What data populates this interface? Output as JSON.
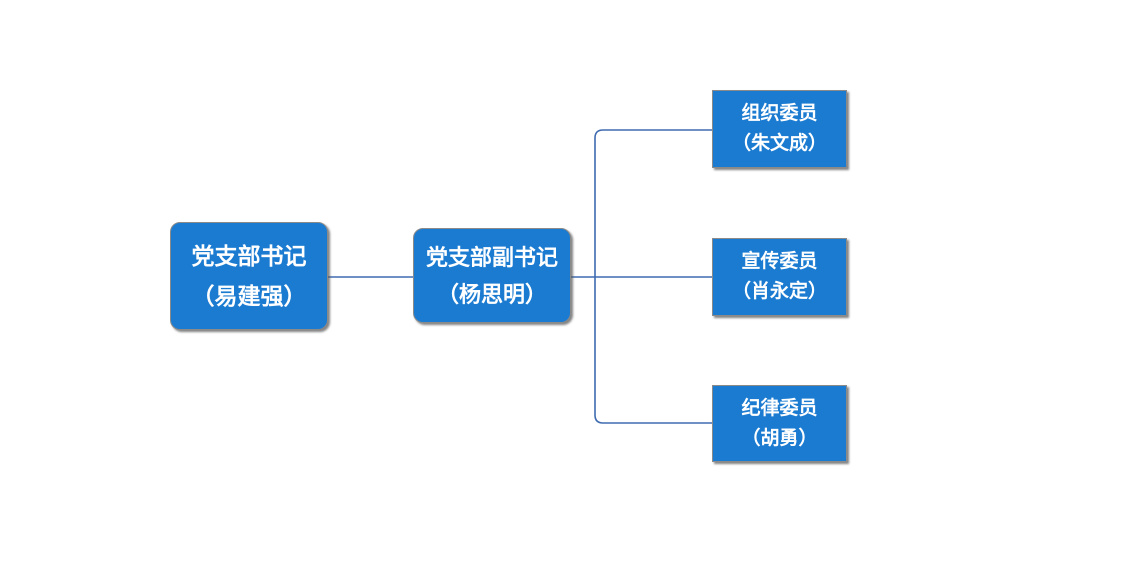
{
  "diagram": {
    "type": "org-chart",
    "nodes": [
      {
        "id": "secretary",
        "level": 1,
        "role": "党支部书记",
        "name": "（易建强）"
      },
      {
        "id": "deputy",
        "level": 2,
        "role": "党支部副书记",
        "name": "（杨思明）"
      },
      {
        "id": "organization",
        "level": 3,
        "role": "组织委员",
        "name": "（朱文成）"
      },
      {
        "id": "publicity",
        "level": 3,
        "role": "宣传委员",
        "name": "（肖永定）"
      },
      {
        "id": "discipline",
        "level": 3,
        "role": "纪律委员",
        "name": "（胡勇）"
      }
    ],
    "edges": [
      {
        "from": "secretary",
        "to": "deputy"
      },
      {
        "from": "deputy",
        "to": "organization"
      },
      {
        "from": "deputy",
        "to": "publicity"
      },
      {
        "from": "deputy",
        "to": "discipline"
      }
    ]
  },
  "colors": {
    "node_fill": "#1b7bd1",
    "node_text": "#ffffff",
    "node_outline": "#8a8a8a",
    "connector": "#3e6bb0"
  }
}
